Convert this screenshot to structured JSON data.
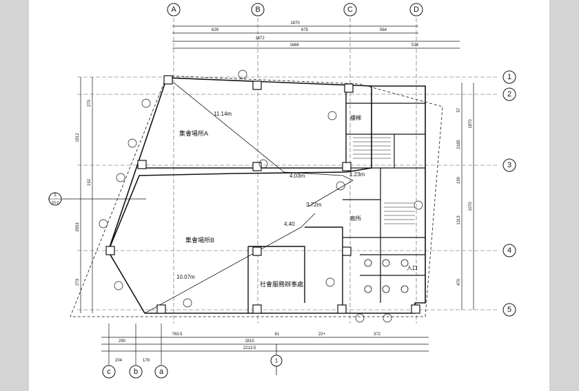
{
  "grid_top": [
    "A",
    "B",
    "C",
    "D"
  ],
  "grid_right": [
    "1",
    "2",
    "3",
    "4",
    "5"
  ],
  "grid_bottom": [
    "c",
    "b",
    "a"
  ],
  "dims_top": [
    "1870",
    "629",
    "675",
    "564",
    "1872",
    "1686",
    "514"
  ],
  "dims_bottom": [
    "763.5",
    "61",
    "22+",
    "372",
    "290",
    "2815",
    "2213.5",
    "204",
    "178"
  ],
  "dims_left": [
    "1912",
    "2553",
    "273",
    "152",
    "270"
  ],
  "dims_right": [
    "57",
    "1870",
    "2185",
    "190",
    "1313",
    "1070",
    "470"
  ],
  "rooms": {
    "hall_a": "集會場所A",
    "hall_b": "集會場所B",
    "office": "社會服務辦事處",
    "stair": "樓梯",
    "toilet": "廁所",
    "entrance": "入口"
  },
  "measurements": [
    "11.14m",
    "4.03m",
    "1.23m",
    "3.72m",
    "4.40",
    "10.07m"
  ],
  "left_marker": "1",
  "left_marker_sub": "S3-2",
  "bottom_marker": "1"
}
